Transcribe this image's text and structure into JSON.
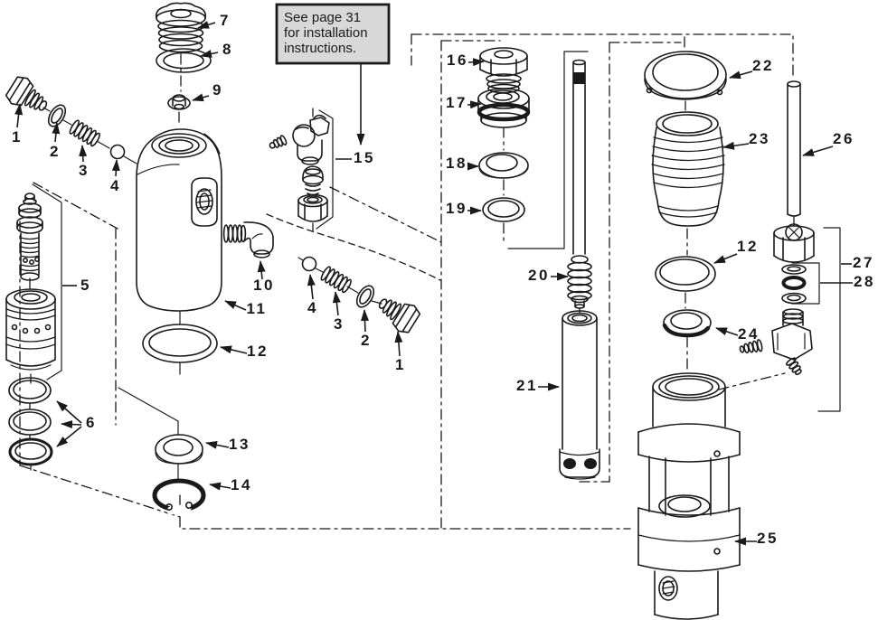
{
  "note_box": {
    "lines": [
      "See page 31",
      "for installation",
      "instructions."
    ]
  },
  "colors": {
    "ink": "#1a1a1a",
    "paper": "#ffffff",
    "note_bg": "#d8d8d8"
  },
  "callouts": [
    {
      "num": "1",
      "part": "pipe-plug",
      "label": [
        19,
        157
      ],
      "leaders": [
        [
          19,
          141,
          22,
          115,
          1
        ]
      ]
    },
    {
      "num": "2",
      "part": "gasket",
      "label": [
        61,
        173
      ],
      "leaders": [
        [
          61,
          157,
          63,
          136,
          1
        ]
      ]
    },
    {
      "num": "3",
      "part": "spring",
      "label": [
        93,
        194
      ],
      "leaders": [
        [
          92,
          179,
          91,
          161,
          1
        ]
      ]
    },
    {
      "num": "4",
      "part": "ball",
      "label": [
        128,
        211
      ],
      "leaders": [
        [
          128,
          195,
          129,
          177,
          1
        ]
      ]
    },
    {
      "num": "5",
      "part": "piston-valve-assembly",
      "label": [
        95,
        321
      ],
      "leaders": [
        [
          85,
          316,
          69,
          316,
          0
        ]
      ]
    },
    {
      "num": "6",
      "part": "o-ring-set",
      "label": [
        101,
        473
      ],
      "leaders": [
        [
          90,
          468,
          63,
          444,
          1
        ],
        [
          90,
          470,
          68,
          469,
          1
        ],
        [
          90,
          472,
          63,
          494,
          1
        ]
      ]
    },
    {
      "num": "7",
      "part": "cap-plug",
      "label": [
        249,
        28
      ],
      "leaders": [
        [
          238,
          25,
          219,
          31,
          1
        ]
      ]
    },
    {
      "num": "8",
      "part": "o-ring",
      "label": [
        252,
        60
      ],
      "leaders": [
        [
          241,
          58,
          222,
          62,
          1
        ]
      ]
    },
    {
      "num": "9",
      "part": "wing-packing-nut",
      "label": [
        241,
        105
      ],
      "leaders": [
        [
          231,
          106,
          213,
          111,
          1
        ]
      ]
    },
    {
      "num": "10",
      "part": "elbow-fitting",
      "label": [
        292,
        321
      ],
      "leaders": [
        [
          290,
          309,
          288,
          289,
          1
        ]
      ]
    },
    {
      "num": "11",
      "part": "displacement-cylinder",
      "label": [
        284,
        347
      ],
      "leaders": [
        [
          272,
          343,
          249,
          333,
          1
        ]
      ]
    },
    {
      "num": "12",
      "part": "o-ring",
      "label": [
        285,
        394
      ],
      "leaders": [
        [
          273,
          391,
          244,
          384,
          1
        ]
      ]
    },
    {
      "num": "13",
      "part": "washer",
      "label": [
        265,
        497
      ],
      "leaders": [
        [
          253,
          495,
          228,
          490,
          1
        ]
      ]
    },
    {
      "num": "14",
      "part": "retaining-ring",
      "label": [
        267,
        542
      ],
      "leaders": [
        [
          255,
          540,
          232,
          536,
          1
        ]
      ]
    },
    {
      "num": "15",
      "part": "fitting-kit",
      "label": [
        403,
        180
      ],
      "leaders": [
        [
          389,
          176,
          371,
          176,
          0
        ]
      ]
    },
    {
      "num": "4",
      "part": "ball",
      "label": [
        346,
        346
      ],
      "leaders": [
        [
          346,
          331,
          343,
          304,
          1
        ]
      ]
    },
    {
      "num": "3",
      "part": "spring",
      "label": [
        375,
        364
      ],
      "leaders": [
        [
          374,
          349,
          371,
          323,
          1
        ]
      ]
    },
    {
      "num": "2",
      "part": "gasket",
      "label": [
        405,
        382
      ],
      "leaders": [
        [
          404,
          367,
          403,
          343,
          1
        ]
      ]
    },
    {
      "num": "1",
      "part": "pipe-plug",
      "label": [
        443,
        409
      ],
      "leaders": [
        [
          442,
          394,
          440,
          367,
          1
        ]
      ]
    },
    {
      "num": "16",
      "part": "packing-nut",
      "label": [
        506,
        72
      ],
      "leaders": [
        [
          518,
          69,
          535,
          68,
          1
        ]
      ]
    },
    {
      "num": "17",
      "part": "packing-gland",
      "label": [
        505,
        119
      ],
      "leaders": [
        [
          517,
          116,
          532,
          115,
          1
        ]
      ]
    },
    {
      "num": "18",
      "part": "washer",
      "label": [
        505,
        186
      ],
      "leaders": [
        [
          517,
          184,
          529,
          184,
          1
        ]
      ]
    },
    {
      "num": "19",
      "part": "o-ring",
      "label": [
        505,
        236
      ],
      "leaders": [
        [
          517,
          233,
          532,
          233,
          1
        ]
      ]
    },
    {
      "num": "20",
      "part": "piston-rod-spring",
      "label": [
        596,
        310
      ],
      "leaders": [
        [
          609,
          306,
          628,
          306,
          1
        ]
      ]
    },
    {
      "num": "21",
      "part": "cylinder-tube",
      "label": [
        583,
        432
      ],
      "leaders": [
        [
          595,
          428,
          618,
          428,
          1
        ]
      ]
    },
    {
      "num": "22",
      "part": "retaining-collar",
      "label": [
        844,
        78
      ],
      "leaders": [
        [
          832,
          79,
          807,
          86,
          1
        ]
      ]
    },
    {
      "num": "23",
      "part": "cylinder-sleeve",
      "label": [
        840,
        159
      ],
      "leaders": [
        [
          828,
          159,
          800,
          163,
          1
        ]
      ]
    },
    {
      "num": "12",
      "part": "o-ring",
      "label": [
        827,
        278
      ],
      "leaders": [
        [
          815,
          281,
          790,
          291,
          1
        ]
      ]
    },
    {
      "num": "24",
      "part": "seal-ring",
      "label": [
        828,
        375
      ],
      "leaders": [
        [
          816,
          371,
          792,
          363,
          1
        ]
      ]
    },
    {
      "num": "25",
      "part": "pump-housing",
      "label": [
        849,
        601
      ],
      "leaders": [
        [
          837,
          599,
          813,
          599,
          1
        ]
      ]
    },
    {
      "num": "26",
      "part": "suction-tube",
      "label": [
        933,
        159
      ],
      "leaders": [
        [
          921,
          162,
          888,
          172,
          1
        ]
      ]
    },
    {
      "num": "27",
      "part": "valve-kit-group",
      "label": [
        955,
        296
      ],
      "leaders": [
        [
          942,
          292,
          930,
          292,
          0
        ]
      ]
    },
    {
      "num": "28",
      "part": "seal-set-group",
      "label": [
        956,
        317
      ],
      "leaders": [
        [
          943,
          313,
          907,
          313,
          0
        ]
      ]
    }
  ]
}
